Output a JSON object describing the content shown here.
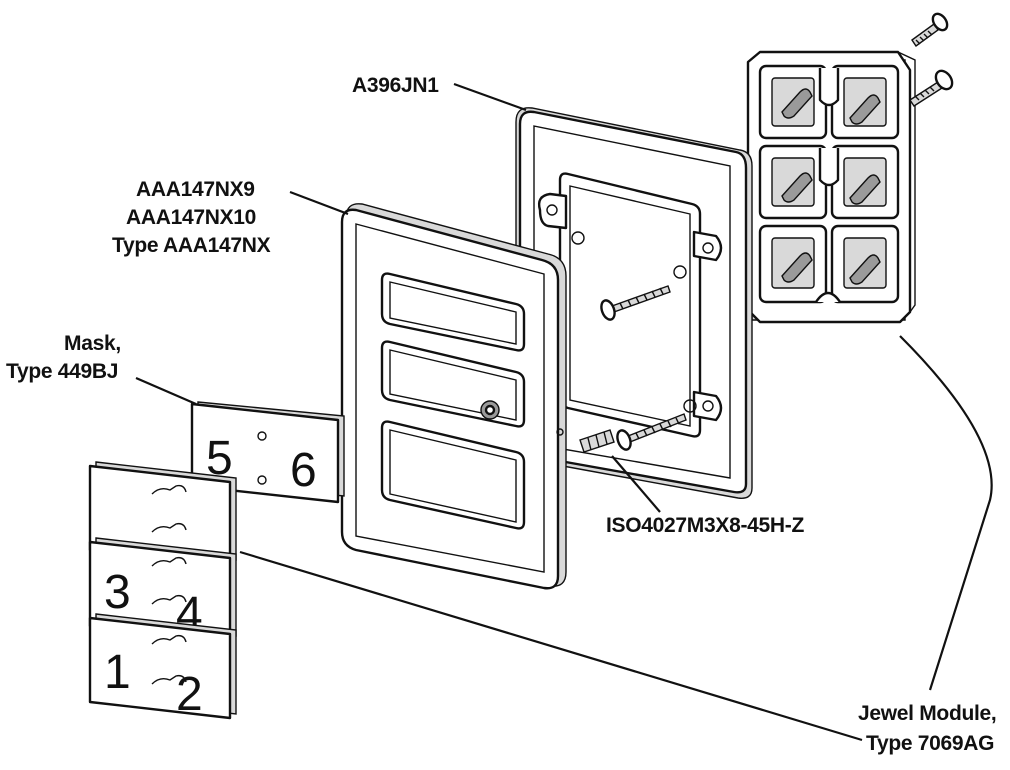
{
  "labels": {
    "frame_part": "A396JN1",
    "cover_part_1": "AAA147NX9",
    "cover_part_2": "AAA147NX10",
    "cover_type": "Type AAA147NX",
    "mask_line1": "Mask,",
    "mask_line2": "Type 449BJ",
    "screw_part": "ISO4027M3X8-45H-Z",
    "module_line1": "Jewel Module,",
    "module_line2": "Type 7069AG"
  },
  "mask_numbers": {
    "left": "5",
    "right": "6"
  },
  "jewels": [
    {
      "left": "",
      "right": ""
    },
    {
      "left": "3",
      "right": "4"
    },
    {
      "left": "1",
      "right": "2"
    }
  ]
}
